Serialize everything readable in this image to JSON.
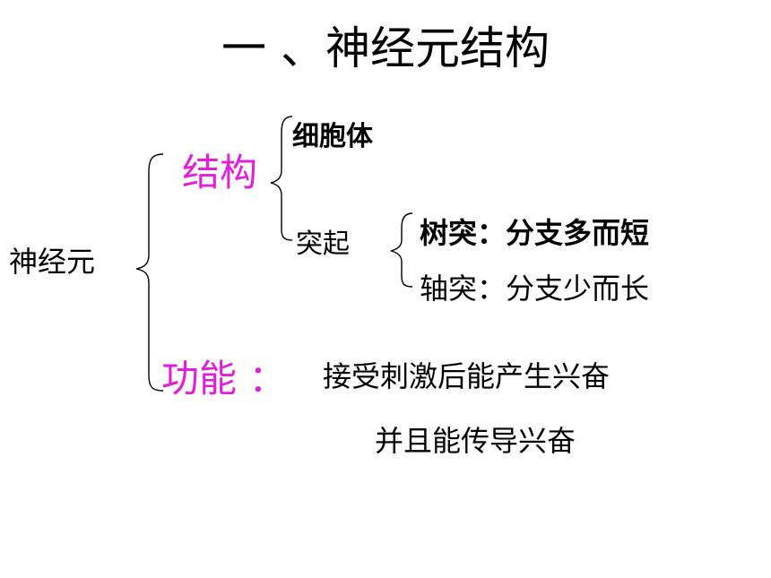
{
  "slide": {
    "title": "一 、神经元结构",
    "root": "神经元",
    "structure": {
      "label": "结构",
      "cell_body": "细胞体",
      "process": "突起",
      "dendrite": {
        "name": "树突",
        "separator": "：",
        "description": "分支多而短"
      },
      "axon": {
        "name": "轴突",
        "separator": "：",
        "description": "分支少而长"
      }
    },
    "function": {
      "label": "功能 ：",
      "line1": "接受刺激后能产生兴奋",
      "line2": "并且能传导兴奋"
    },
    "colors": {
      "accent": "#e020d8",
      "text": "#000000",
      "background": "#ffffff"
    }
  }
}
